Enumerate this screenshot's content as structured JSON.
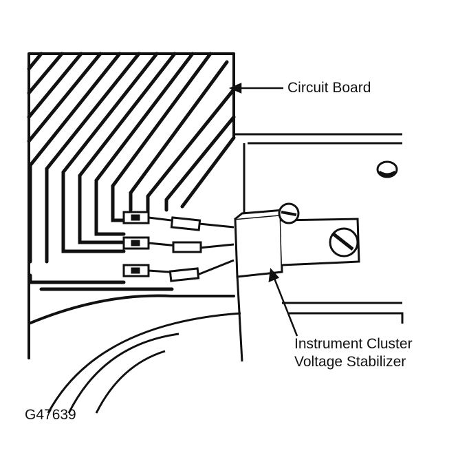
{
  "labels": {
    "circuit_board": "Circuit Board",
    "stabilizer_line1": "Instrument Cluster",
    "stabilizer_line2": "Voltage Stabilizer",
    "figure_code": "G47639"
  },
  "colors": {
    "ink": "#111111",
    "paper": "#ffffff"
  }
}
